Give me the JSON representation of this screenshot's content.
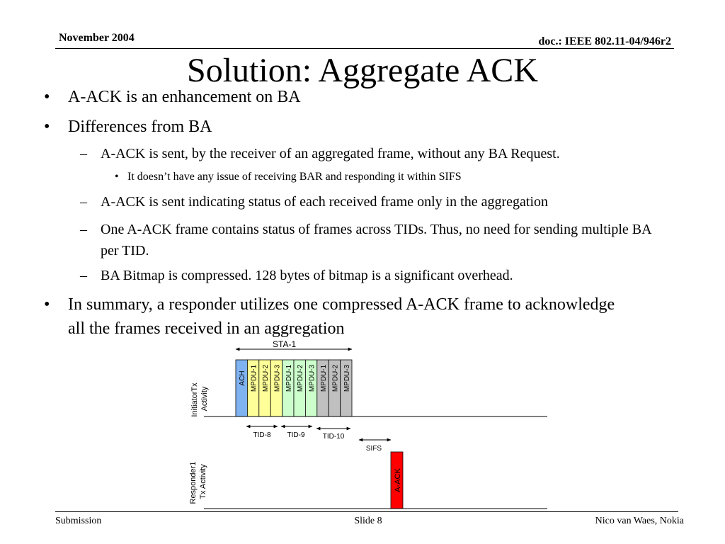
{
  "header": {
    "date": "November 2004",
    "doc_id": "doc.: IEEE 802.11-04/946r2"
  },
  "title": "Solution: Aggregate ACK",
  "bullets": [
    {
      "level": 1,
      "marker": "•",
      "text": "A-ACK is an enhancement on BA"
    },
    {
      "level": 1,
      "marker": "•",
      "text": "Differences from BA"
    },
    {
      "level": 2,
      "marker": "–",
      "text": "A-ACK is sent, by the receiver of an aggregated frame, without any BA Request."
    },
    {
      "level": 3,
      "marker": "•",
      "text": "It doesn’t have any issue of receiving BAR and responding it within SIFS"
    },
    {
      "level": 2,
      "marker": "–",
      "text": "A-ACK is sent indicating status of each received frame only in the aggregation"
    },
    {
      "level": 2,
      "marker": "–",
      "text": "One A-ACK frame contains status of frames across TIDs. Thus, no need for sending multiple BA per TID."
    },
    {
      "level": 2,
      "marker": "–",
      "text": "BA Bitmap is compressed. 128 bytes of bitmap is a significant overhead."
    },
    {
      "level": 1,
      "marker": "•",
      "text": "In summary, a responder utilizes one compressed A-ACK frame to acknowledge all the frames received in an aggregation"
    }
  ],
  "diagram": {
    "sta_label": "STA-1",
    "initiator_label_1": "InitiatorTx",
    "initiator_label_2": "Activity",
    "responder_label_1": "Responder1",
    "responder_label_2": "Tx Activity",
    "frames": [
      {
        "label": "ACH",
        "color": "#7fb2f0"
      },
      {
        "label": "MPDU-1",
        "color": "#ffff99"
      },
      {
        "label": "MPDU-2",
        "color": "#ffff99"
      },
      {
        "label": "MPDU-3",
        "color": "#ffff99"
      },
      {
        "label": "MPDU-1",
        "color": "#ccffcc"
      },
      {
        "label": "MPDU-2",
        "color": "#ccffcc"
      },
      {
        "label": "MPDU-3",
        "color": "#ccffcc"
      },
      {
        "label": "MPDU-1",
        "color": "#c0c0c0"
      },
      {
        "label": "MPDU-2",
        "color": "#c0c0c0"
      },
      {
        "label": "MPDU-3",
        "color": "#c0c0c0"
      }
    ],
    "tid_labels": [
      "TID-8",
      "TID-9",
      "TID-10"
    ],
    "sifs_label": "SIFS",
    "aack_label": "A-ACK",
    "aack_color": "#ff0000"
  },
  "footer": {
    "left": "Submission",
    "center": "Slide 8",
    "right": "Nico van Waes, Nokia"
  }
}
